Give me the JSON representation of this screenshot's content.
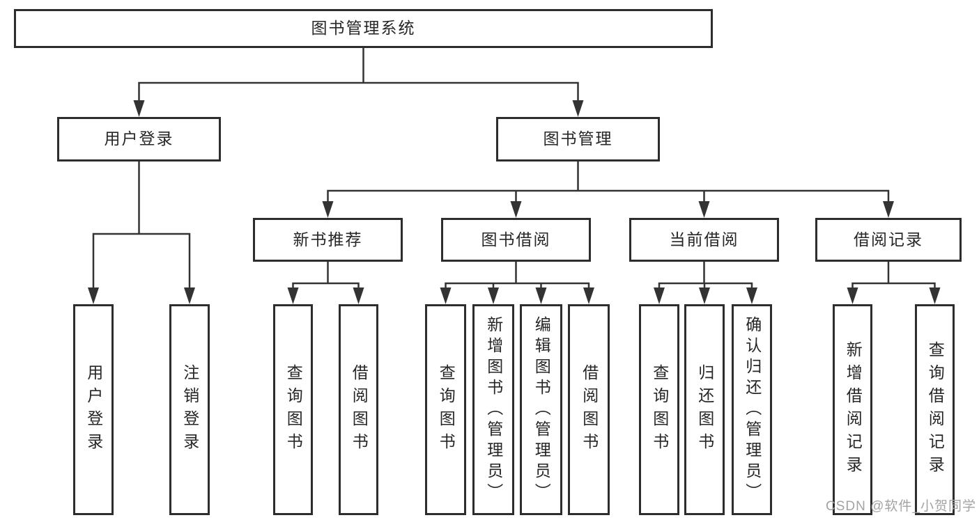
{
  "diagram": {
    "root": {
      "label": "图书管理系统"
    },
    "level2": [
      {
        "label": "用户登录"
      },
      {
        "label": "图书管理"
      }
    ],
    "level3": [
      {
        "label": "新书推荐"
      },
      {
        "label": "图书借阅"
      },
      {
        "label": "当前借阅"
      },
      {
        "label": "借阅记录"
      }
    ],
    "leaves": {
      "user_login": [
        "用户登录",
        "注销登录"
      ],
      "new_book": [
        "查询图书",
        "借阅图书"
      ],
      "book_borrow": [
        "查询图书",
        "新增图书（管理员）",
        "编辑图书（管理员）",
        "借阅图书"
      ],
      "current_borrow": [
        "查询图书",
        "归还图书",
        "确认归还（管理员）"
      ],
      "borrow_record": [
        "新增借阅记录",
        "查询借阅记录"
      ]
    },
    "watermark": "CSDN @软件_小贺同学",
    "colors": {
      "line": "#333333",
      "box_border": "#2d2d2d",
      "text": "#262626",
      "watermark": "#a3a3a3",
      "background": "#ffffff"
    }
  }
}
